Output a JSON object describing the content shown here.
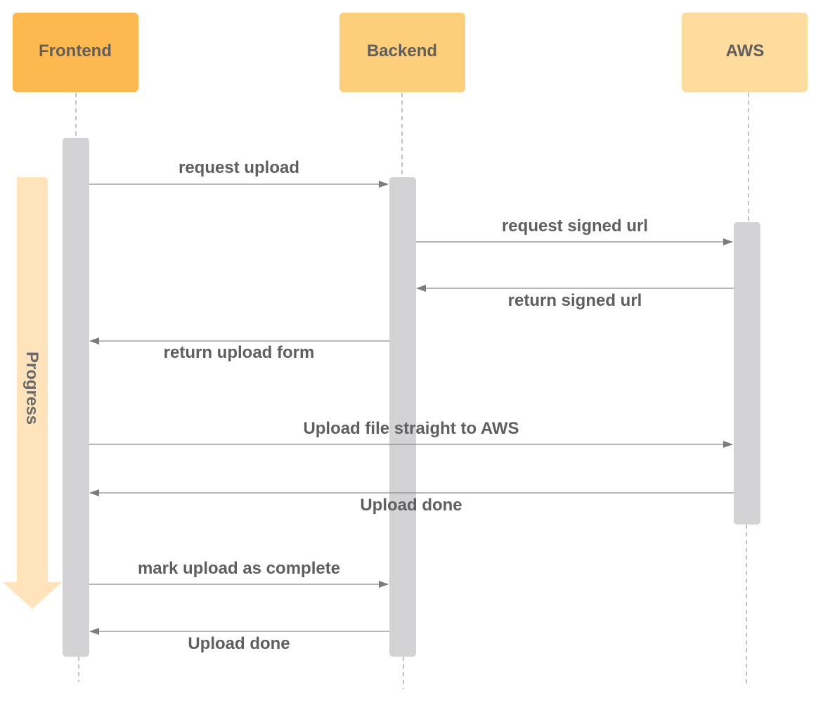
{
  "actors": [
    {
      "id": "frontend",
      "label": "Frontend",
      "color": "#fdb94f"
    },
    {
      "id": "backend",
      "label": "Backend",
      "color": "#fecf7a"
    },
    {
      "id": "aws",
      "label": "AWS",
      "color": "#fedc9e"
    }
  ],
  "progress": {
    "label": "Progress",
    "color": "#fee3bb"
  },
  "messages": [
    {
      "label": "request upload",
      "from": "frontend",
      "to": "backend"
    },
    {
      "label": "request signed url",
      "from": "backend",
      "to": "aws"
    },
    {
      "label": "return signed url",
      "from": "aws",
      "to": "backend"
    },
    {
      "label": "return upload form",
      "from": "backend",
      "to": "frontend"
    },
    {
      "label": "Upload file straight to AWS",
      "from": "frontend",
      "to": "aws"
    },
    {
      "label": "Upload done",
      "from": "aws",
      "to": "frontend"
    },
    {
      "label": "mark upload as complete",
      "from": "frontend",
      "to": "backend"
    },
    {
      "label": "Upload done",
      "from": "backend",
      "to": "frontend"
    }
  ],
  "colors": {
    "activation": "#d3d3d5",
    "arrow": "#7c7c7c",
    "lifeline": "#8a8a8a"
  }
}
